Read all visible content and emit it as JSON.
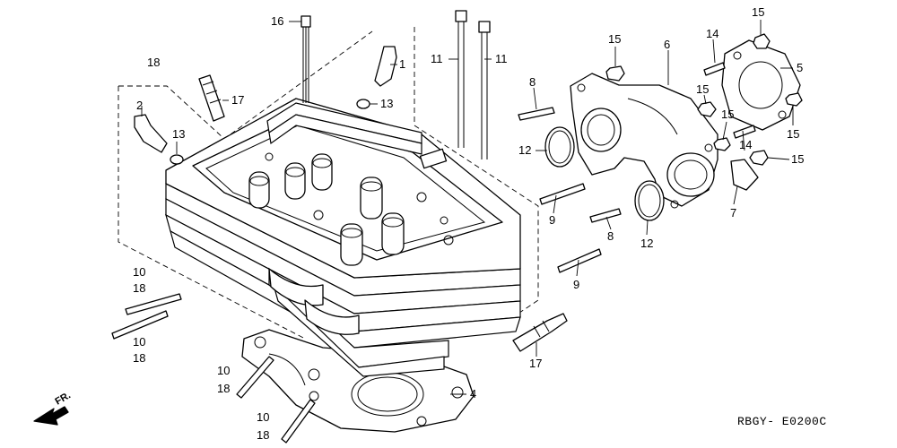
{
  "labels": [
    {
      "id": "l16",
      "text": "16"
    },
    {
      "id": "l18a",
      "text": "18"
    },
    {
      "id": "l1",
      "text": "1"
    },
    {
      "id": "l2",
      "text": "2"
    },
    {
      "id": "l17a",
      "text": "17"
    },
    {
      "id": "l13a",
      "text": "13"
    },
    {
      "id": "l13b",
      "text": "13"
    },
    {
      "id": "l11a",
      "text": "11"
    },
    {
      "id": "l11b",
      "text": "11"
    },
    {
      "id": "l15a",
      "text": "15"
    },
    {
      "id": "l6",
      "text": "6"
    },
    {
      "id": "l14a",
      "text": "14"
    },
    {
      "id": "l15b",
      "text": "15"
    },
    {
      "id": "l5",
      "text": "5"
    },
    {
      "id": "l8a",
      "text": "8"
    },
    {
      "id": "l15c",
      "text": "15"
    },
    {
      "id": "l15d",
      "text": "15"
    },
    {
      "id": "l15e",
      "text": "15"
    },
    {
      "id": "l12a",
      "text": "12"
    },
    {
      "id": "l14b",
      "text": "14"
    },
    {
      "id": "l15f",
      "text": "15"
    },
    {
      "id": "l7",
      "text": "7"
    },
    {
      "id": "l9a",
      "text": "9"
    },
    {
      "id": "l8b",
      "text": "8"
    },
    {
      "id": "l12b",
      "text": "12"
    },
    {
      "id": "l9b",
      "text": "9"
    },
    {
      "id": "l10a",
      "text": "10"
    },
    {
      "id": "l18b",
      "text": "18"
    },
    {
      "id": "l10b",
      "text": "10"
    },
    {
      "id": "l18c",
      "text": "18"
    },
    {
      "id": "l17b",
      "text": "17"
    },
    {
      "id": "l10c",
      "text": "10"
    },
    {
      "id": "l18d",
      "text": "18"
    },
    {
      "id": "l4",
      "text": "4"
    },
    {
      "id": "l10d",
      "text": "10"
    },
    {
      "id": "l18e",
      "text": "18"
    }
  ],
  "front_marker": "FR.",
  "diagram_code": "RBGY- E0200C"
}
